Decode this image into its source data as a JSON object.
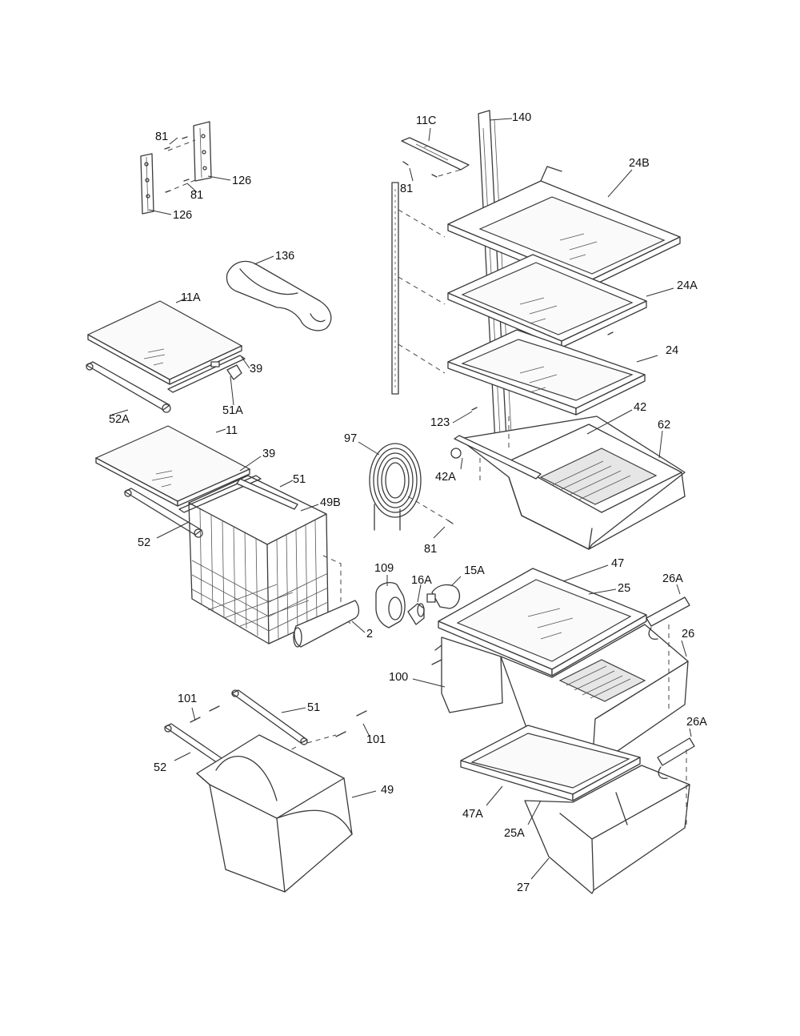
{
  "callouts": {
    "c81a": "81",
    "c126a": "126",
    "c81b": "81",
    "c126b": "126",
    "c136": "136",
    "c11A": "11A",
    "c39a": "39",
    "c51A": "51A",
    "c52A": "52A",
    "c11": "11",
    "c39b": "39",
    "c51a": "51",
    "c49B": "49B",
    "c52a": "52",
    "c2": "2",
    "c97": "97",
    "c81c": "81",
    "c109": "109",
    "c16A": "16A",
    "c15A": "15A",
    "c11C": "11C",
    "c140": "140",
    "c81d": "81",
    "c24B": "24B",
    "c24A": "24A",
    "c24": "24",
    "c123": "123",
    "c42": "42",
    "c62": "62",
    "c42A": "42A",
    "c47": "47",
    "c25": "25",
    "c26Aa": "26A",
    "c26": "26",
    "c100": "100",
    "c26Ab": "26A",
    "c47A": "47A",
    "c25A": "25A",
    "c27": "27",
    "c101a": "101",
    "c51b": "51",
    "c101b": "101",
    "c52b": "52",
    "c49": "49"
  }
}
